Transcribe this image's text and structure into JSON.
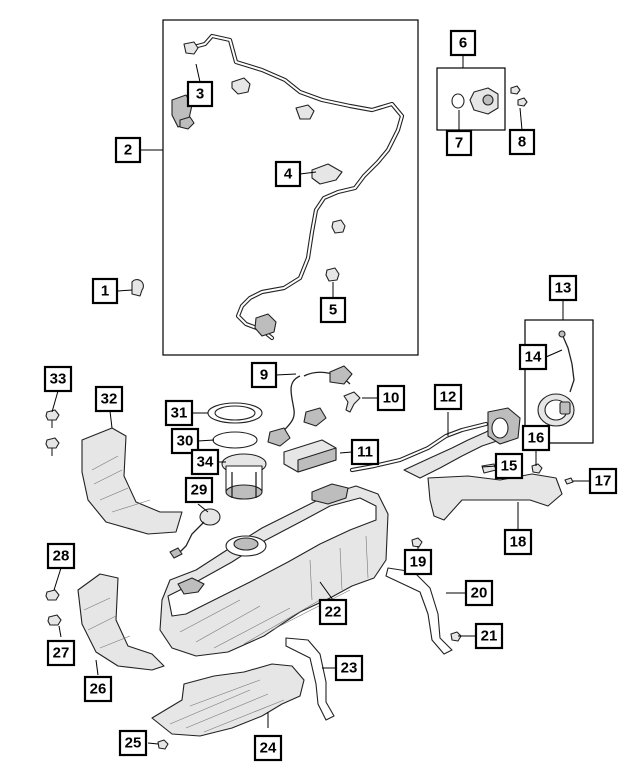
{
  "callouts": [
    {
      "id": "1",
      "label": "1"
    },
    {
      "id": "2",
      "label": "2"
    },
    {
      "id": "3",
      "label": "3"
    },
    {
      "id": "4",
      "label": "4"
    },
    {
      "id": "5",
      "label": "5"
    },
    {
      "id": "6",
      "label": "6"
    },
    {
      "id": "7",
      "label": "7"
    },
    {
      "id": "8",
      "label": "8"
    },
    {
      "id": "9",
      "label": "9"
    },
    {
      "id": "10",
      "label": "10"
    },
    {
      "id": "11",
      "label": "11"
    },
    {
      "id": "12",
      "label": "12"
    },
    {
      "id": "13",
      "label": "13"
    },
    {
      "id": "14",
      "label": "14"
    },
    {
      "id": "15",
      "label": "15"
    },
    {
      "id": "16",
      "label": "16"
    },
    {
      "id": "17",
      "label": "17"
    },
    {
      "id": "18",
      "label": "18"
    },
    {
      "id": "19",
      "label": "19"
    },
    {
      "id": "20",
      "label": "20"
    },
    {
      "id": "21",
      "label": "21"
    },
    {
      "id": "22",
      "label": "22"
    },
    {
      "id": "23",
      "label": "23"
    },
    {
      "id": "24",
      "label": "24"
    },
    {
      "id": "25",
      "label": "25"
    },
    {
      "id": "26",
      "label": "26"
    },
    {
      "id": "27",
      "label": "27"
    },
    {
      "id": "28",
      "label": "28"
    },
    {
      "id": "29",
      "label": "29"
    },
    {
      "id": "30",
      "label": "30"
    },
    {
      "id": "31",
      "label": "31"
    },
    {
      "id": "32",
      "label": "32"
    },
    {
      "id": "33",
      "label": "33"
    },
    {
      "id": "34",
      "label": "34"
    }
  ]
}
